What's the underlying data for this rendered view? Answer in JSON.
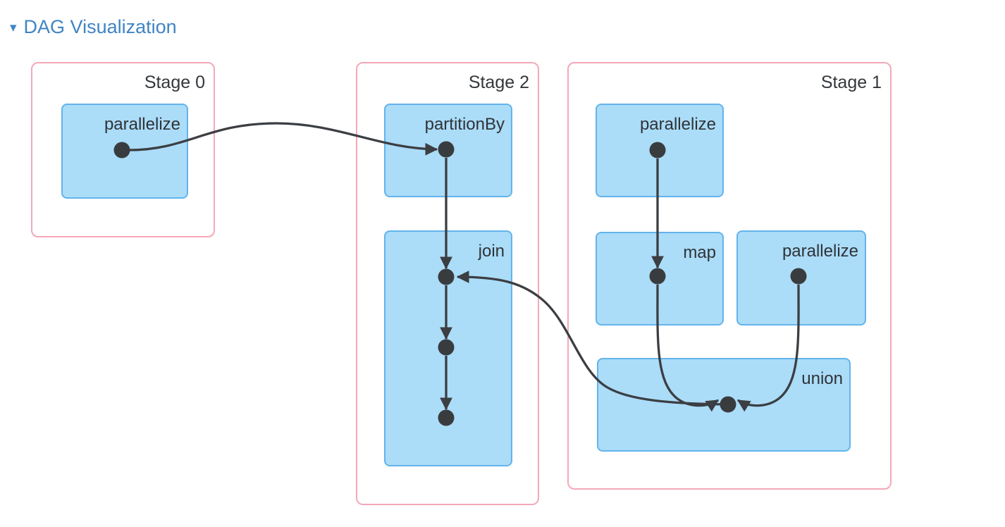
{
  "header": {
    "icon": "▾",
    "title": "DAG Visualization"
  },
  "colors": {
    "header_blue": "#4084c4",
    "stage_border_pink": "#f4a8b8",
    "node_fill_blue": "#abdcf8",
    "node_border_blue": "#63b4eb",
    "edge_dark": "#3b3e42",
    "label_text": "#33373b",
    "background": "#ffffff"
  },
  "graph": {
    "stages": [
      {
        "name": "Stage 0",
        "nodes": [
          {
            "label": "parallelize"
          }
        ]
      },
      {
        "name": "Stage 2",
        "nodes": [
          {
            "label": "partitionBy"
          },
          {
            "label": "join"
          }
        ]
      },
      {
        "name": "Stage 1",
        "nodes": [
          {
            "label": "parallelize"
          },
          {
            "label": "map"
          },
          {
            "label": "parallelize"
          },
          {
            "label": "union"
          }
        ]
      }
    ],
    "edges": [
      {
        "from": "Stage 0 / parallelize",
        "to": "Stage 2 / partitionBy"
      },
      {
        "from": "Stage 2 / partitionBy",
        "to": "Stage 2 / join (dot 1)"
      },
      {
        "from": "Stage 2 / join (dot 1)",
        "to": "Stage 2 / join (dot 2)"
      },
      {
        "from": "Stage 2 / join (dot 2)",
        "to": "Stage 2 / join (dot 3)"
      },
      {
        "from": "Stage 1 / parallelize (top)",
        "to": "Stage 1 / map"
      },
      {
        "from": "Stage 1 / map",
        "to": "Stage 1 / union"
      },
      {
        "from": "Stage 1 / parallelize (right)",
        "to": "Stage 1 / union"
      },
      {
        "from": "Stage 1 / union",
        "to": "Stage 2 / join (dot 1)"
      }
    ]
  }
}
